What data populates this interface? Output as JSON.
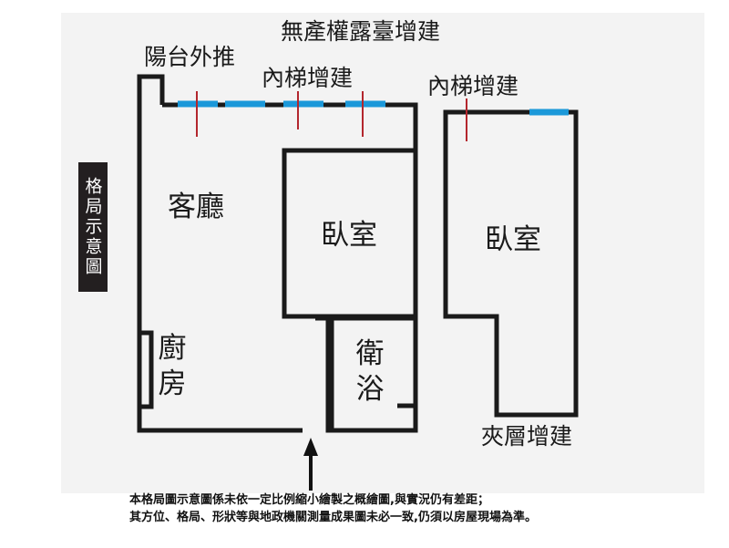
{
  "floorplan": {
    "side_tag": "格局示意圖",
    "rooms": {
      "living": "客廳",
      "bedroom_main": "臥室",
      "bedroom_right": "臥室",
      "kitchen": [
        "廚",
        "房"
      ],
      "bath": [
        "衛",
        "浴"
      ]
    },
    "annotations": {
      "balcony": "陽台外推",
      "rooftop": "無產權露臺增建",
      "stair_left": "內梯增建",
      "stair_right": "內梯增建",
      "mezzanine": "夾層增建"
    },
    "disclaimer": [
      "本格局圖示意圖係未依一定比例縮小繪製之概繪圖,與實況仍有差距；",
      "其方位、格局、形狀等與地政機關測量成果圖未必一致,仍須以房屋現場為準。"
    ],
    "colors": {
      "wall": "#1a1a1a",
      "window": "#1b98d9",
      "marker": "#b3262d",
      "tag_bg": "#231f20"
    }
  }
}
